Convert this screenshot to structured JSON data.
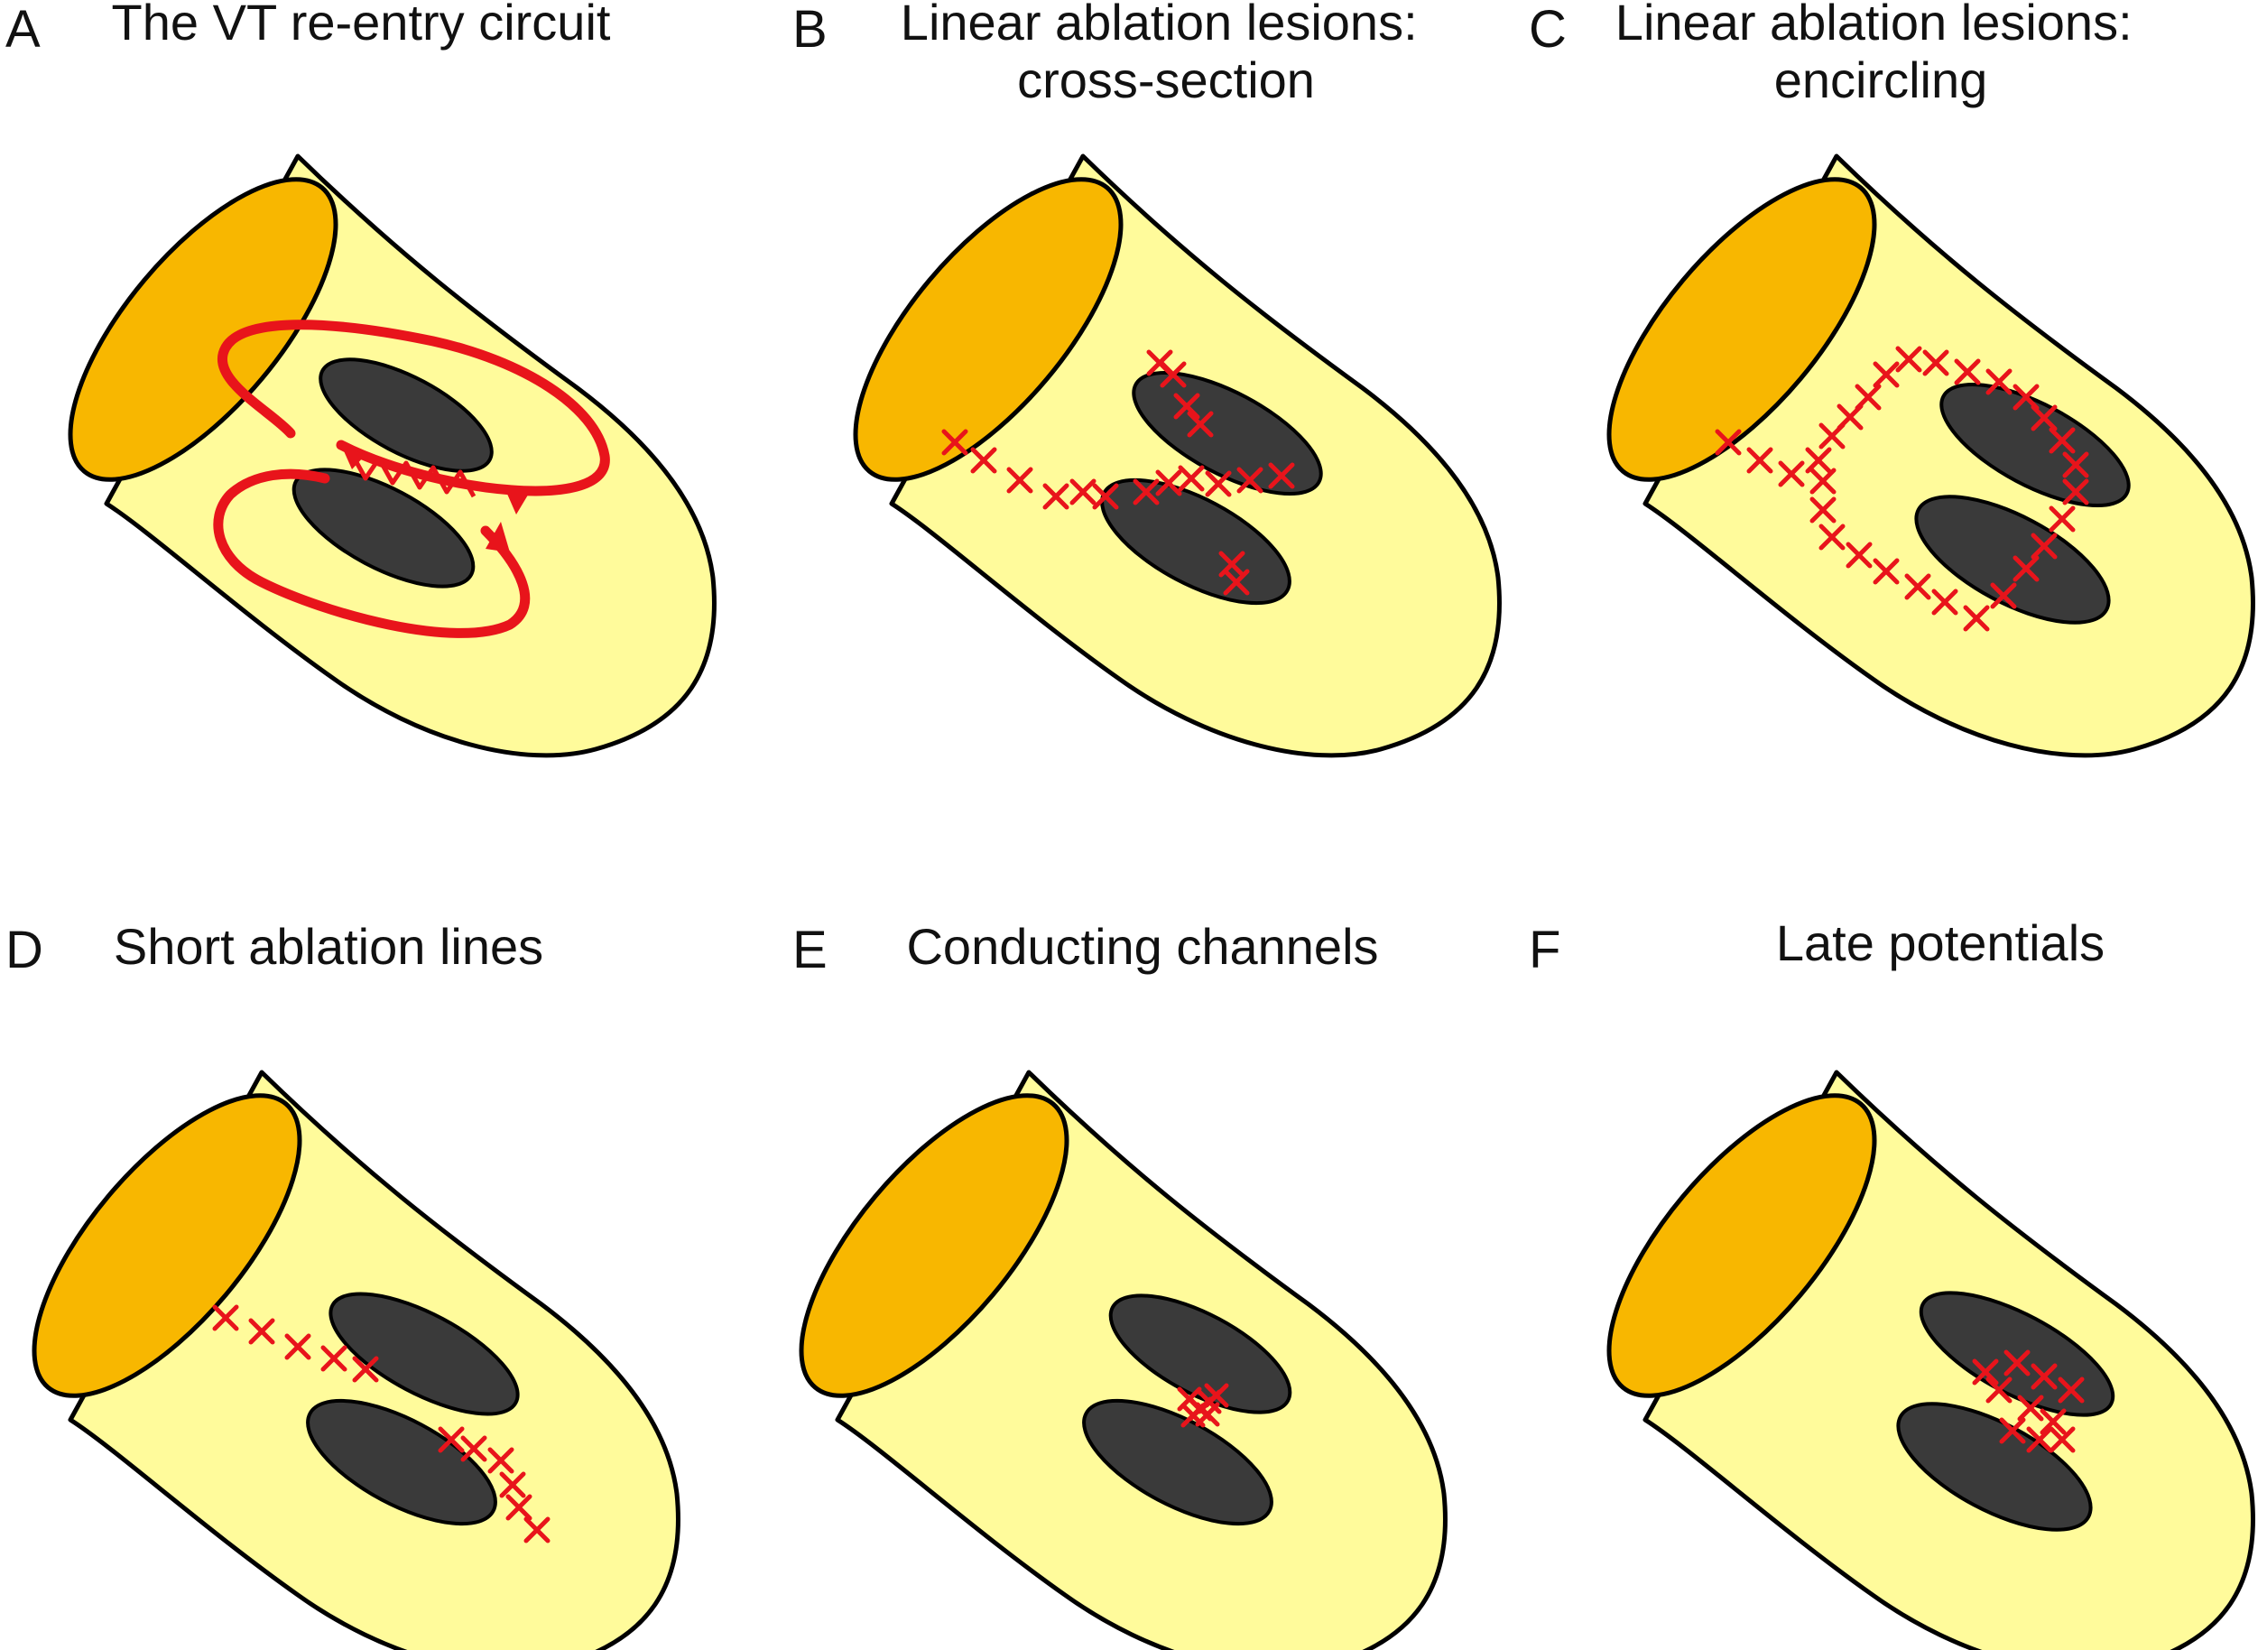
{
  "colors": {
    "cap": "#F8B700",
    "body": "#FFFB9B",
    "outline": "#000000",
    "scar": "#3A3A3A",
    "ablation": "#E8141B"
  },
  "panels": [
    {
      "letter": "A",
      "title_lines": [
        "The VT re-entry circuit"
      ],
      "content": "circuit"
    },
    {
      "letter": "B",
      "title_lines": [
        "Linear ablation lesions:",
        "cross-section"
      ],
      "content": "cross_section"
    },
    {
      "letter": "C",
      "title_lines": [
        "Linear ablation lesions:",
        "encircling"
      ],
      "content": "encircling"
    },
    {
      "letter": "D",
      "title_lines": [
        "Short ablation lines"
      ],
      "content": "short_lines"
    },
    {
      "letter": "E",
      "title_lines": [
        "Conducting channels"
      ],
      "content": "channels"
    },
    {
      "letter": "F",
      "title_lines": [
        "Late potentials"
      ],
      "content": "late_potentials"
    }
  ]
}
